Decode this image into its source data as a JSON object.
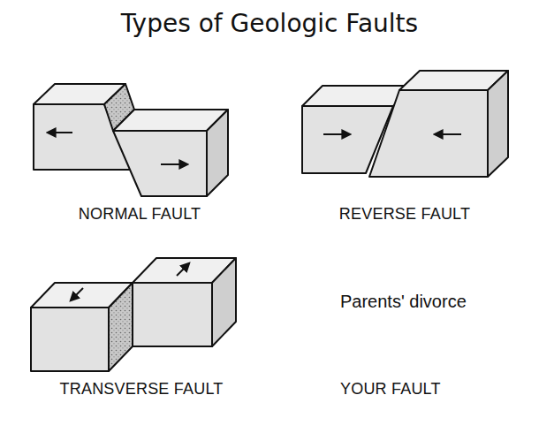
{
  "diagram": {
    "title": "Types of Geologic Faults",
    "labels": [
      "NORMAL FAULT",
      "REVERSE FAULT",
      "TRANSVERSE FAULT",
      "Parents' divorce",
      "YOUR FAULT"
    ]
  }
}
